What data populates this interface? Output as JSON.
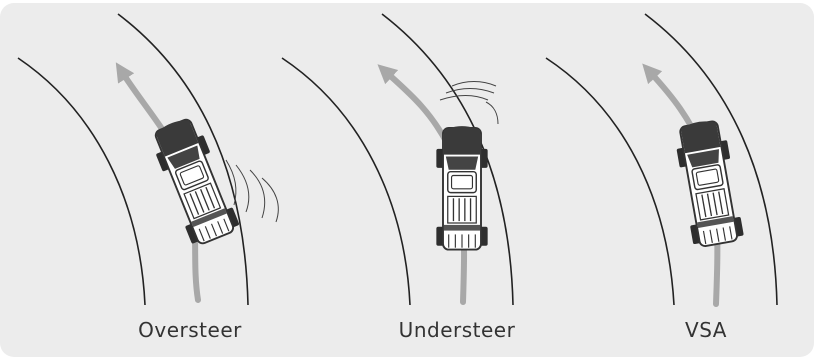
{
  "panels": [
    {
      "caption": "Oversteer"
    },
    {
      "caption": "Understeer"
    },
    {
      "caption": "VSA"
    }
  ],
  "colors": {
    "background": "#ececec",
    "road_line": "#222222",
    "path_arrow": "#a8a8a8",
    "vehicle_dark": "#3a3a3a",
    "vehicle_light": "#ffffff"
  },
  "icons": {
    "vehicle": "top-down-suv-icon",
    "path": "curved-arrow-icon",
    "skid": "skid-lines-icon"
  }
}
